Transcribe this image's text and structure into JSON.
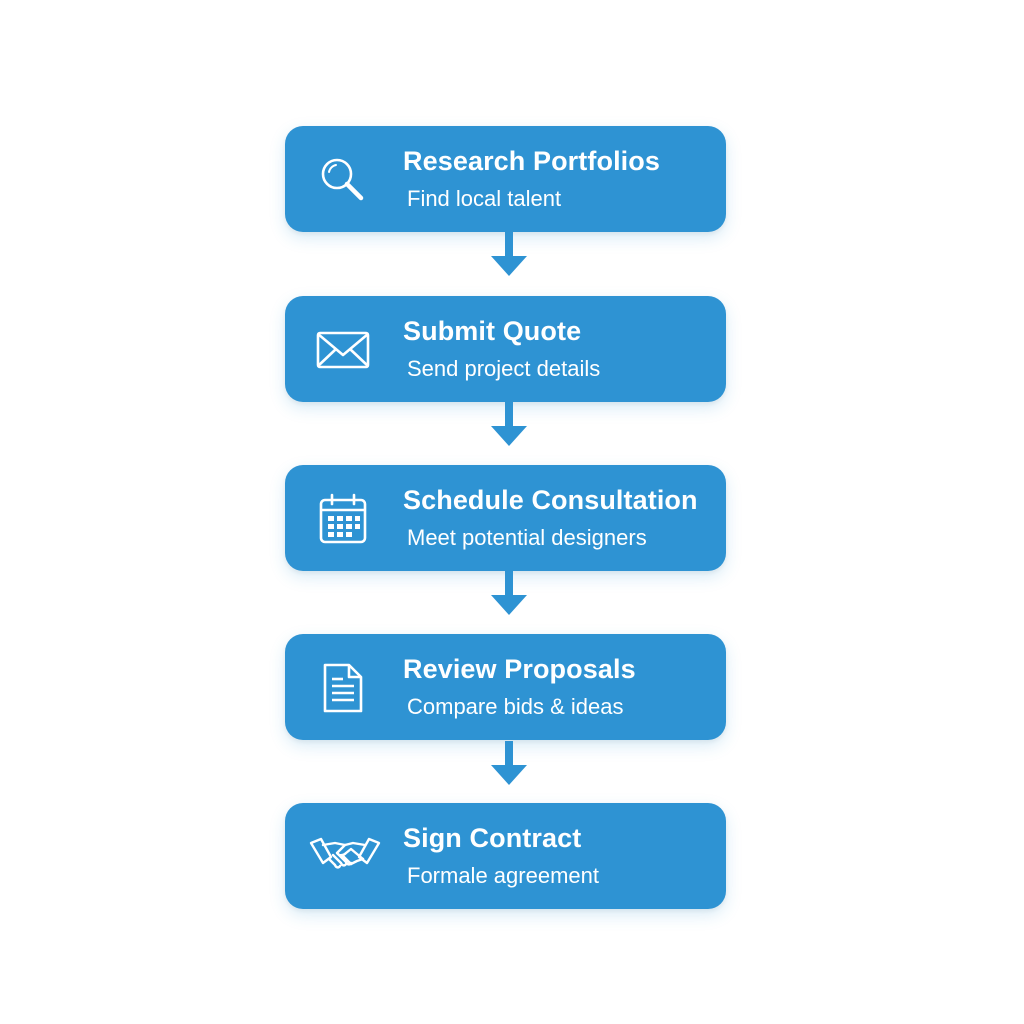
{
  "steps": [
    {
      "title": "Research Portfolios",
      "subtitle": "Find local talent",
      "icon": "magnifier-icon"
    },
    {
      "title": "Submit Quote",
      "subtitle": "Send project details",
      "icon": "envelope-icon"
    },
    {
      "title": "Schedule Consultation",
      "subtitle": "Meet potential designers",
      "icon": "calendar-icon"
    },
    {
      "title": "Review Proposals",
      "subtitle": "Compare bids & ideas",
      "icon": "document-icon"
    },
    {
      "title": "Sign Contract",
      "subtitle": "Formale agreement",
      "icon": "handshake-icon"
    }
  ],
  "colors": {
    "box": "#2e93d3",
    "arrow": "#2e93d3",
    "text": "#ffffff",
    "background": "#ffffff"
  }
}
